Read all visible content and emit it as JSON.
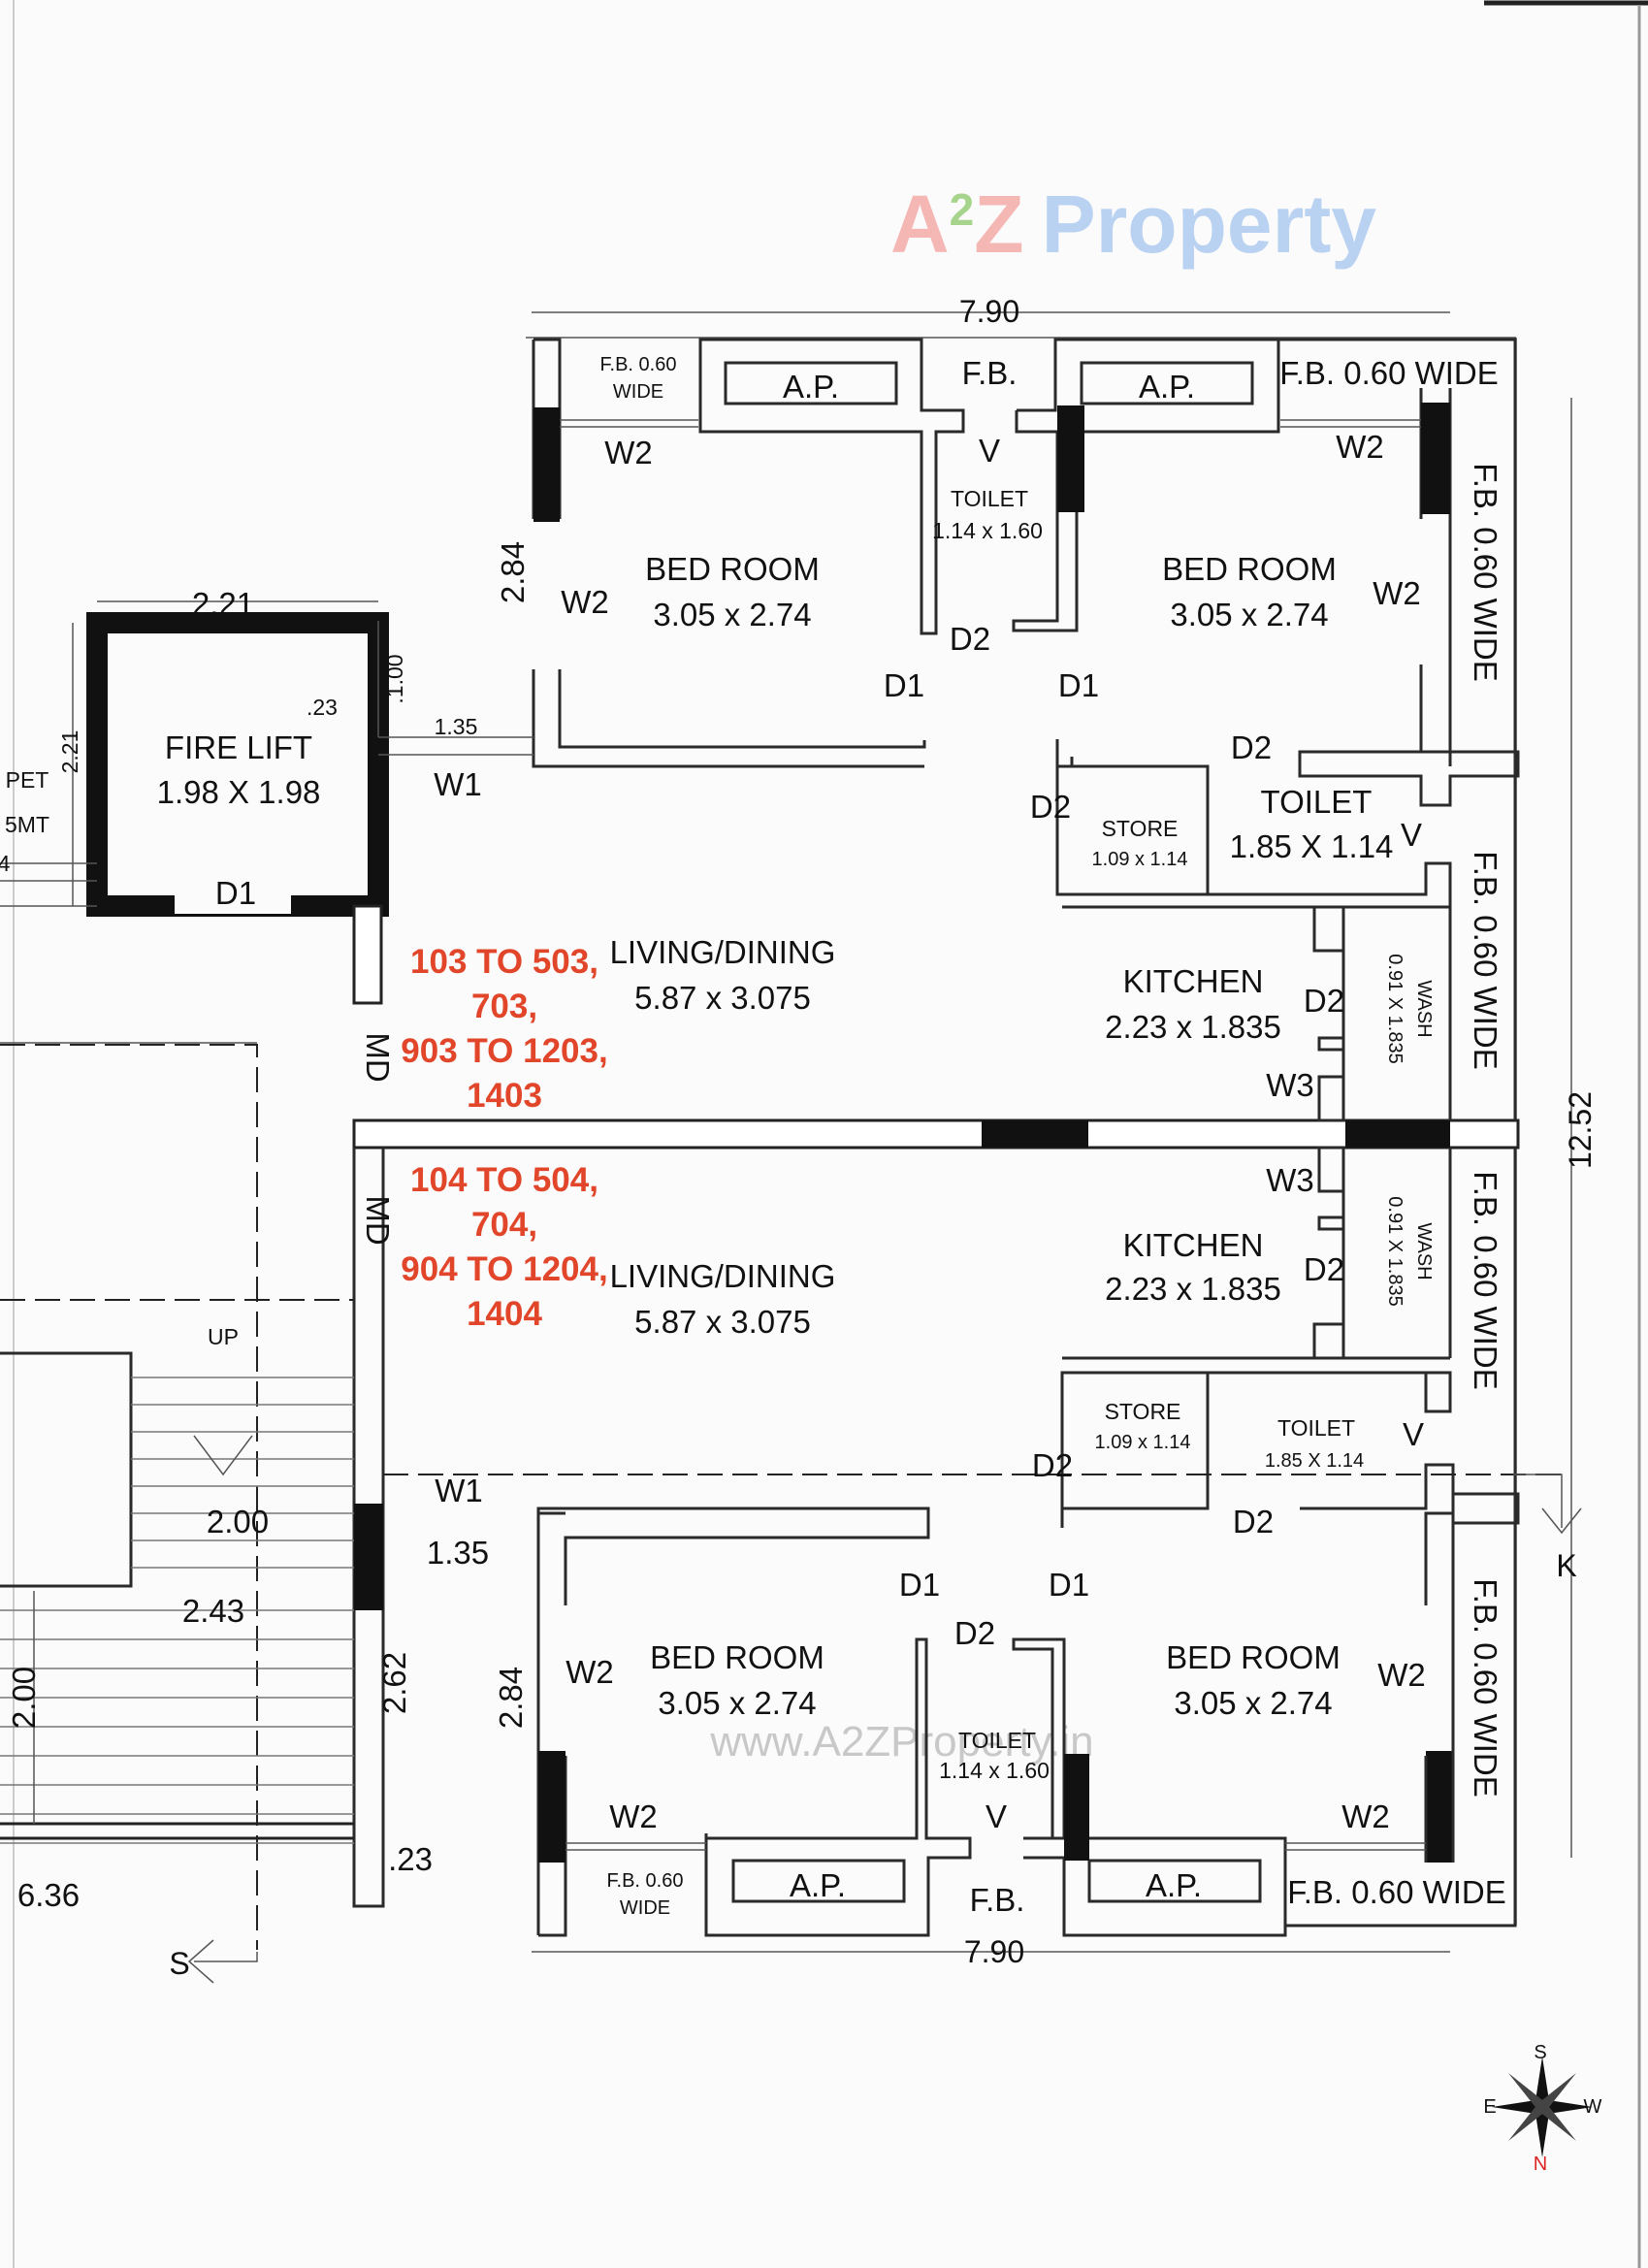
{
  "watermark": {
    "logo_a": "A",
    "logo_2": "2",
    "logo_z": "Z",
    "logo_rest": "Property",
    "site": "www.A2ZProperty.in",
    "colors": {
      "a": "#f4b7b4",
      "two": "#a6d48c",
      "z": "#f4b7b4",
      "p": "#b9d2f2",
      "r": "#f7e49a",
      "o": "#a9dba0"
    }
  },
  "flat_upper": {
    "unit_numbers": [
      "103 TO 503,",
      "703,",
      "903 TO 1203,",
      "1403"
    ],
    "living": {
      "name": "LIVING/DINING",
      "size": "5.87 x 3.075"
    },
    "bed_left": {
      "name": "BED ROOM",
      "size": "3.05 x 2.74"
    },
    "bed_right": {
      "name": "BED ROOM",
      "size": "3.05 x 2.74"
    },
    "toilet_small": {
      "name": "TOILET",
      "size": "1.14 x 1.60"
    },
    "toilet_big": {
      "name": "TOILET",
      "size": "1.85 X 1.14"
    },
    "store": {
      "name": "STORE",
      "size": "1.09 x 1.14"
    },
    "kitchen": {
      "name": "KITCHEN",
      "size": "2.23 x 1.835"
    },
    "wash": {
      "name": "WASH",
      "size": "0.91 X 1.835"
    }
  },
  "flat_lower": {
    "unit_numbers": [
      "104 TO 504,",
      "704,",
      "904 TO 1204,",
      "1404"
    ],
    "living": {
      "name": "LIVING/DINING",
      "size": "5.87 x 3.075"
    },
    "bed_left": {
      "name": "BED ROOM",
      "size": "3.05 x 2.74"
    },
    "bed_right": {
      "name": "BED ROOM",
      "size": "3.05 x 2.74"
    },
    "toilet_small": {
      "name": "TOILET",
      "size": "1.14 x 1.60"
    },
    "toilet_big": {
      "name": "TOILET",
      "size": "1.85 X 1.14"
    },
    "store": {
      "name": "STORE",
      "size": "1.09 x 1.14"
    },
    "kitchen": {
      "name": "KITCHEN",
      "size": "2.23 x 1.835"
    },
    "wash": {
      "name": "WASH",
      "size": "0.91 X 1.835"
    }
  },
  "fire_lift": {
    "name": "FIRE LIFT",
    "size": "1.98 X 1.98"
  },
  "labels": {
    "ap": "A.P.",
    "fb": "F.B.",
    "fb_060": "F.B. 0.60",
    "fb_060_wide": "F.B. 0.60 WIDE",
    "wide": "WIDE",
    "w1": "W1",
    "w2": "W2",
    "w3": "W3",
    "d1": "D1",
    "d2": "D2",
    "v": "V",
    "md": "MD",
    "up": "UP",
    "pet": "PET",
    "smt": "5MT",
    "four": "4"
  },
  "dimensions": {
    "top_width": "7.90",
    "bottom_width": "7.90",
    "total_height": "12.52",
    "lift_width": "2.21",
    "lift_height": "2.21",
    "d_284": "2.84",
    "d_100": ".1.00",
    "d_023": ".23",
    "d_135": "1.35",
    "d_200": "2.00",
    "d_243": "2.43",
    "d_262": "2.62",
    "d_636": "6.36",
    "d_200v": "2.00"
  },
  "section_marks": {
    "k": "K",
    "s": "S"
  },
  "compass": {
    "n": "N",
    "s": "S",
    "e": "E",
    "w": "W"
  }
}
